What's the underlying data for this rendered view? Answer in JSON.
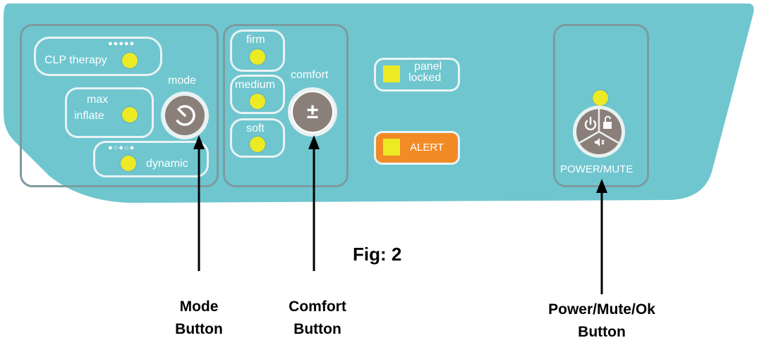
{
  "panel": {
    "color": "#6fc6cf",
    "mode_group": {
      "clp_therapy_label": "CLP therapy",
      "clp_dots": "●●●●●",
      "max_inflate_line1": "max",
      "max_inflate_line2": "inflate",
      "dynamic_label": "dynamic",
      "dynamic_dots": "●○●○●",
      "mode_label": "mode"
    },
    "comfort_group": {
      "firm_label": "firm",
      "medium_label": "medium",
      "soft_label": "soft",
      "comfort_label": "comfort",
      "comfort_symbol": "±"
    },
    "status": {
      "panel_locked_line1": "panel",
      "panel_locked_line2": "locked",
      "alert_label": "ALERT",
      "alert_color": "#f28a25",
      "led_color": "#ecea25"
    },
    "power_group": {
      "power_mute_label": "POWER/MUTE"
    }
  },
  "figure_label": "Fig: 2",
  "captions": {
    "mode_line1": "Mode",
    "mode_line2": "Button",
    "comfort_line1": "Comfort",
    "comfort_line2": "Button",
    "power_line1": "Power/Mute/Ok",
    "power_line2": "Button"
  }
}
